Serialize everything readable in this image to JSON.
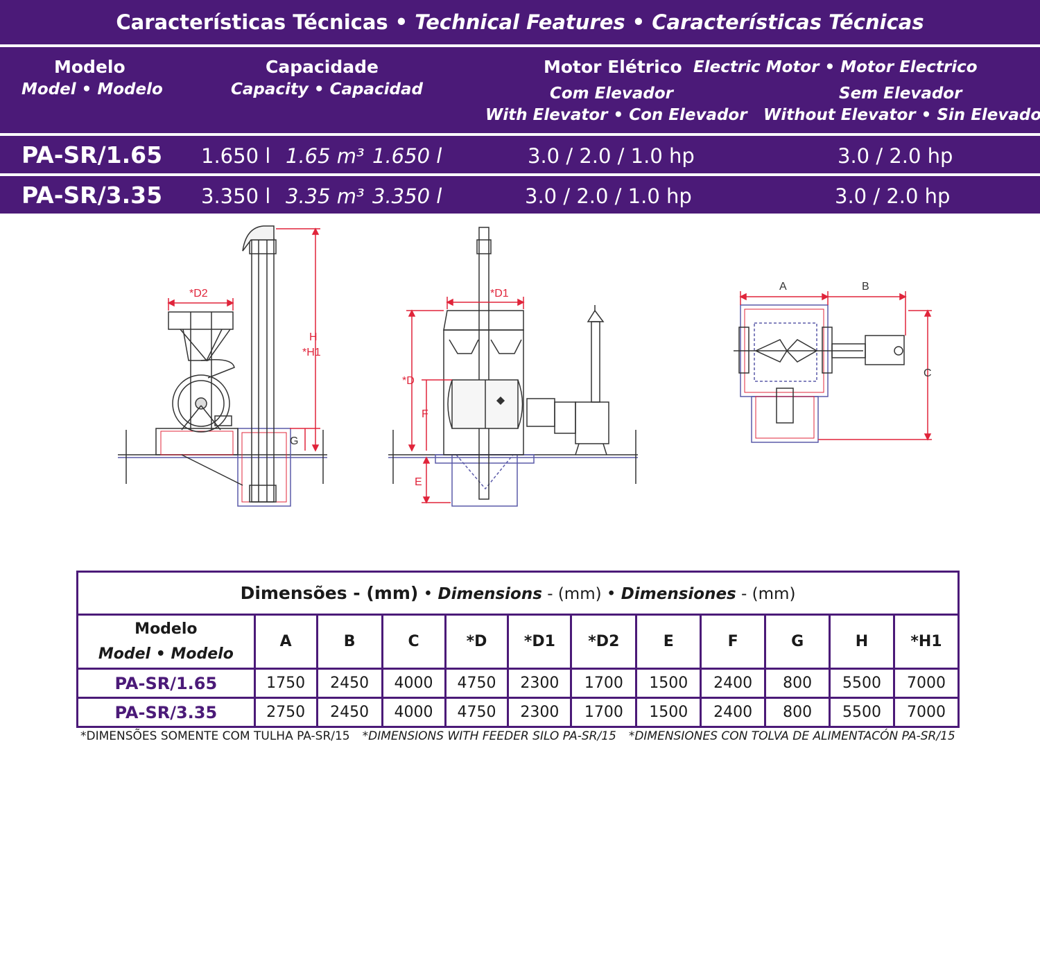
{
  "features": {
    "title_pt": "Características Técnicas",
    "bullet": "•",
    "title_en": "Technical Features",
    "title_es": "Características Técnicas",
    "headers": {
      "model": "Modelo",
      "model_sub": "Model • Modelo",
      "capacity": "Capacidade",
      "capacity_sub": "Capacity • Capacidad",
      "motor": "Motor Elétrico",
      "motor_sub": "Electric Motor • Motor Electrico",
      "with_elevator": "Com Elevador",
      "with_elevator_sub": "With Elevator • Con Elevador",
      "without_elevator": "Sem Elevador",
      "without_elevator_sub": "Without Elevator • Sin Elevador"
    },
    "rows": [
      {
        "model": "PA-SR/1.65",
        "cap_l": "1.650 l",
        "cap_m3": "1.65 m³",
        "cap_l2": "1.650 l",
        "with_elev": "3.0 / 2.0 / 1.0 hp",
        "without_elev": "3.0 / 2.0 hp"
      },
      {
        "model": "PA-SR/3.35",
        "cap_l": "3.350 l",
        "cap_m3": "3.35 m³",
        "cap_l2": "3.350 l",
        "with_elev": "3.0 / 2.0 / 1.0 hp",
        "without_elev": "3.0 / 2.0 hp"
      }
    ]
  },
  "drawing_labels": {
    "side": {
      "d2": "*D2",
      "h": "H",
      "h1": "*H1",
      "g": "G"
    },
    "front": {
      "d1": "*D1",
      "d": "*D",
      "f": "F",
      "e": "E"
    },
    "top": {
      "a": "A",
      "b": "B",
      "c": "C"
    }
  },
  "dimensions": {
    "caption_pt": "Dimensões - (mm)",
    "caption_en": "Dimensions",
    "caption_es": "Dimensiones",
    "caption_unit": "- (mm)",
    "bullet": "•",
    "model_header": "Modelo",
    "model_header_sub": "Model • Modelo",
    "columns": [
      "A",
      "B",
      "C",
      "*D",
      "*D1",
      "*D2",
      "E",
      "F",
      "G",
      "H",
      "*H1"
    ],
    "rows": [
      {
        "model": "PA-SR/1.65",
        "values": [
          "1750",
          "2450",
          "4000",
          "4750",
          "2300",
          "1700",
          "1500",
          "2400",
          "800",
          "5500",
          "7000"
        ]
      },
      {
        "model": "PA-SR/3.35",
        "values": [
          "2750",
          "2450",
          "4000",
          "4750",
          "2300",
          "1700",
          "1500",
          "2400",
          "800",
          "5500",
          "7000"
        ]
      }
    ]
  },
  "footnotes": {
    "pt": "*DIMENSÕES SOMENTE COM TULHA PA-SR/15",
    "en": "*DIMENSIONS WITH FEEDER SILO PA-SR/15",
    "es": "*DIMENSIONES CON TOLVA DE ALIMENTACÓN PA-SR/15"
  },
  "colors": {
    "brand_purple": "#4b1a78",
    "dimension_red": "#e0243a",
    "outline_blue": "#5a5aa8",
    "line_dark": "#333333"
  }
}
